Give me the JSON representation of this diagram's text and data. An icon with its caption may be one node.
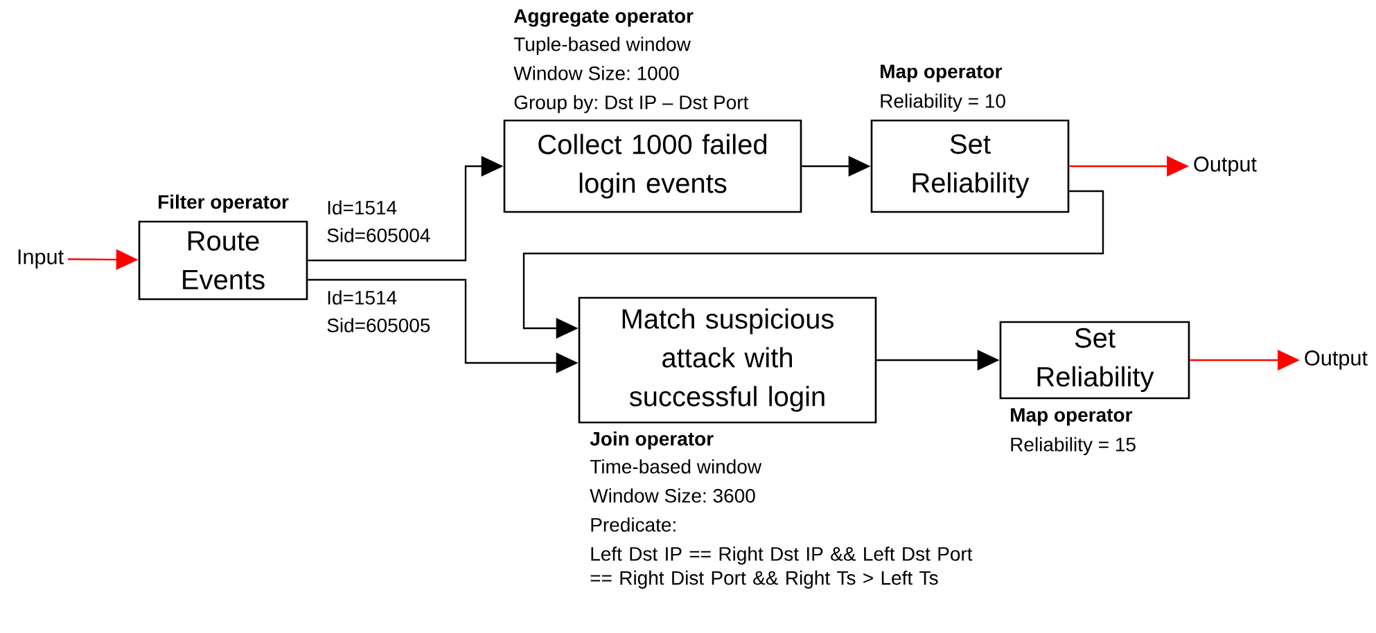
{
  "diagram": {
    "nodes": [
      {
        "text": [
          "Input"
        ]
      },
      {
        "text": [
          "Filter operator",
          "Route Events"
        ]
      },
      {
        "text": [
          "Aggregate operator",
          "Collect 1000 failed login events"
        ],
        "beside": [
          "Tuple-based window",
          "Window Size: 1000",
          "Group by: Dst IP – Dst Port"
        ]
      },
      {
        "text": [
          "Map operator",
          "Set Reliability"
        ],
        "beside": [
          "Reliability = 10"
        ]
      },
      {
        "text": [
          "Output"
        ]
      },
      {
        "text": [
          "Match suspicious attack with successful login",
          "Join operator"
        ],
        "beside": [
          "Time-based window",
          "Window Size: 3600",
          "Predicate:",
          "Left Dst IP == Right Dst IP && Left Dst Port == Right Dist Port && Right Ts > Left Ts"
        ]
      },
      {
        "text": [
          "Set Reliability",
          "Map operator"
        ],
        "beside": [
          "Reliability = 15"
        ]
      },
      {
        "text": [
          "Output"
        ]
      }
    ],
    "edges": [
      {
        "from": 0,
        "to": 1,
        "arrow": "to",
        "color": "#ff0000"
      },
      {
        "from": 1,
        "to": 2,
        "arrow": "to",
        "label": "Id=1514 Sid=605004"
      },
      {
        "from": 1,
        "to": 5,
        "arrow": "to",
        "label": "Id=1514 Sid=605005"
      },
      {
        "from": 2,
        "to": 3,
        "arrow": "to"
      },
      {
        "from": 3,
        "to": 4,
        "arrow": "to",
        "color": "#ff0000"
      },
      {
        "from": 3,
        "to": 5,
        "arrow": "to"
      },
      {
        "from": 5,
        "to": 6,
        "arrow": "to"
      },
      {
        "from": 6,
        "to": 7,
        "arrow": "to",
        "color": "#ff0000"
      }
    ]
  }
}
